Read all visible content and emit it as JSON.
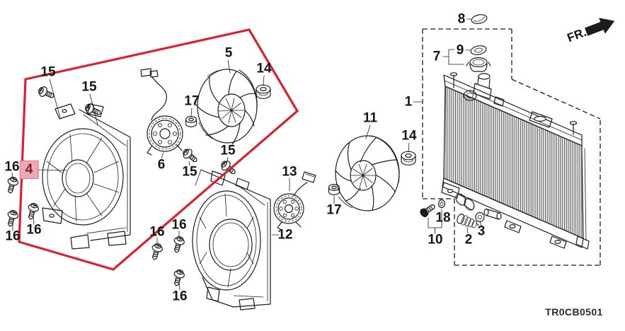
{
  "diagram": {
    "code": "TR0CB0501",
    "fr_label": "FR.",
    "selected_part": "4",
    "colors": {
      "line": "#1c1c1c",
      "outline-red": "#d9222b",
      "highlight-bg": "#f1a6b2",
      "highlight-text": "#7c1f2e",
      "fin": "#2e2e2e"
    }
  },
  "callouts": {
    "n1": "1",
    "n2": "2",
    "n3": "3",
    "n4": "4",
    "n5": "5",
    "n6": "6",
    "n7": "7",
    "n8": "8",
    "n9": "9",
    "n10": "10",
    "n11": "11",
    "n12": "12",
    "n13": "13",
    "n14": "14",
    "n15": "15",
    "n16": "16",
    "n17": "17",
    "n18": "18"
  }
}
